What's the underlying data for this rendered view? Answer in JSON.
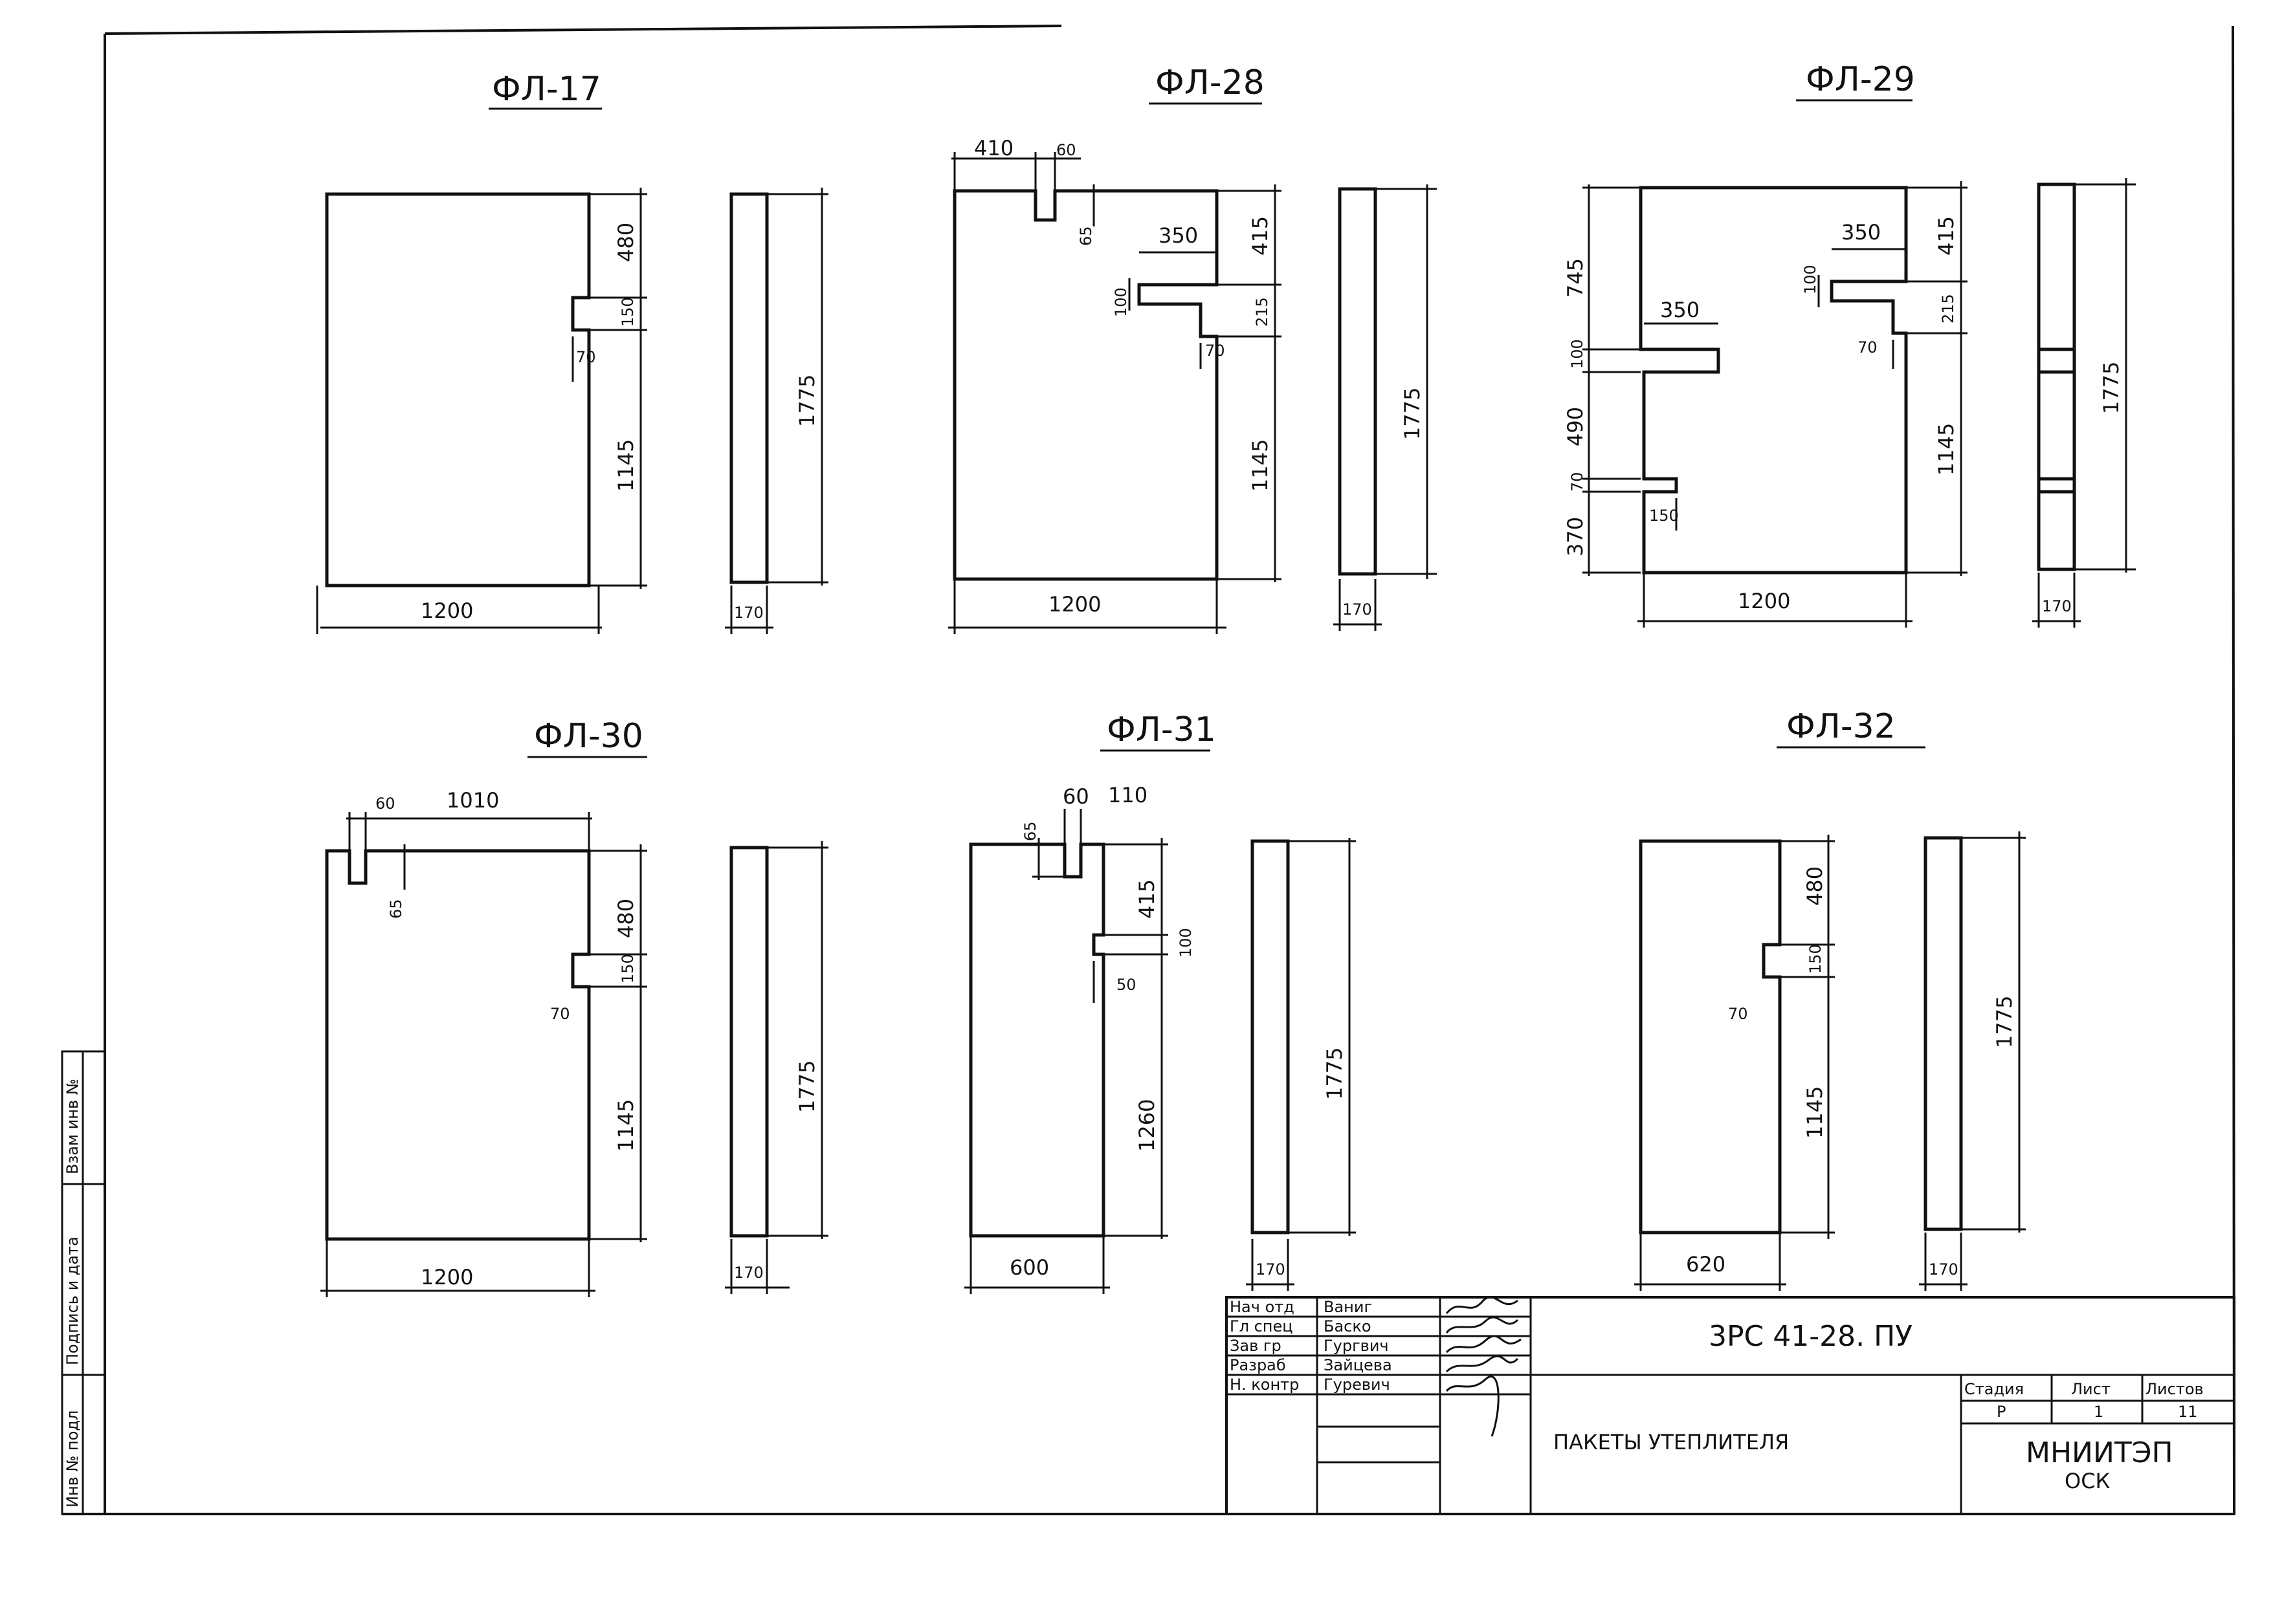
{
  "drawing": {
    "panels": [
      {
        "title": "ФЛ-17",
        "dims": {
          "width": "1200",
          "thickness": "170",
          "height": "1775",
          "top": "480",
          "notch": "150",
          "bottom": "1145",
          "depth": "70"
        }
      },
      {
        "title": "ФЛ-28",
        "dims": {
          "a": "410",
          "b": "60",
          "c": "65",
          "d": "350",
          "e": "100",
          "f": "70",
          "top": "415",
          "mid": "215",
          "bottom": "1145",
          "height": "1775",
          "width": "1200",
          "thickness": "170"
        }
      },
      {
        "title": "ФЛ-29",
        "dims": {
          "top": "415",
          "mid": "215",
          "bottom": "1145",
          "d350a": "350",
          "d350b": "350",
          "d100a": "100",
          "d70": "70",
          "l745": "745",
          "l100": "100",
          "l490": "490",
          "l70": "70",
          "l370": "370",
          "l150": "150",
          "width": "1200",
          "height": "1775",
          "thickness": "170"
        }
      },
      {
        "title": "ФЛ-30",
        "dims": {
          "a": "60",
          "b": "1010",
          "c": "65",
          "top": "480",
          "notch": "150",
          "depth": "70",
          "bottom": "1145",
          "width": "1200",
          "height": "1775",
          "thickness": "170"
        }
      },
      {
        "title": "ФЛ-31",
        "dims": {
          "a": "65",
          "b": "60",
          "c": "110",
          "top": "415",
          "mid": "100",
          "depth": "50",
          "bottom": "1260",
          "width": "600",
          "height": "1775",
          "thickness": "170"
        }
      },
      {
        "title": "ФЛ-32",
        "dims": {
          "top": "480",
          "notch": "150",
          "depth": "70",
          "bottom": "1145",
          "width": "620",
          "height": "1775",
          "thickness": "170"
        }
      }
    ],
    "side_stamp": [
      "Инв № подл",
      "Подпись и дата",
      "Взам инв №"
    ]
  },
  "title_block": {
    "roles": [
      "Нач отд",
      "Гл спец",
      "Зав гр",
      "Разраб",
      "Н. контр"
    ],
    "names": [
      "Ваниг",
      "Баско",
      "Гургвич",
      "Зайцева",
      "Гуревич"
    ],
    "doc_code": "3РС 41-28. ПУ",
    "doc_title": "ПАКЕТЫ УТЕПЛИТЕЛЯ",
    "stage_label": "Стадия",
    "sheet_label": "Лист",
    "sheets_label": "Листов",
    "stage": "Р",
    "sheet": "1",
    "sheets": "11",
    "org": "МНИИТЭП",
    "org_sub": "ОСК"
  }
}
